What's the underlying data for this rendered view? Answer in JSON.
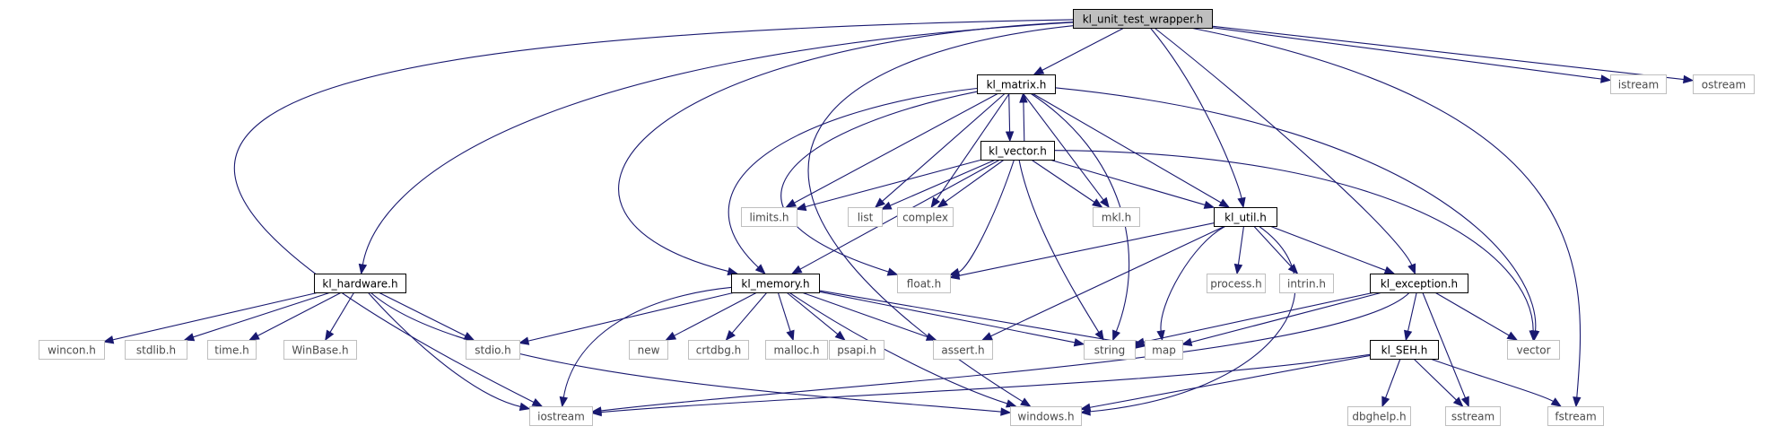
{
  "graph": {
    "root": "kl_unit_test_wrapper.h",
    "nodes": [
      {
        "id": "root",
        "label": "kl_unit_test_wrapper.h",
        "kind": "root"
      },
      {
        "id": "kl_matrix",
        "label": "kl_matrix.h",
        "kind": "documented"
      },
      {
        "id": "kl_vector",
        "label": "kl_vector.h",
        "kind": "documented"
      },
      {
        "id": "kl_util",
        "label": "kl_util.h",
        "kind": "documented"
      },
      {
        "id": "kl_hardware",
        "label": "kl_hardware.h",
        "kind": "documented"
      },
      {
        "id": "kl_memory",
        "label": "kl_memory.h",
        "kind": "documented"
      },
      {
        "id": "kl_exception",
        "label": "kl_exception.h",
        "kind": "documented"
      },
      {
        "id": "kl_seh",
        "label": "kl_SEH.h",
        "kind": "documented"
      },
      {
        "id": "istream",
        "label": "istream",
        "kind": "external"
      },
      {
        "id": "ostream",
        "label": "ostream",
        "kind": "external"
      },
      {
        "id": "limits",
        "label": "limits.h",
        "kind": "external"
      },
      {
        "id": "list",
        "label": "list",
        "kind": "external"
      },
      {
        "id": "complex",
        "label": "complex",
        "kind": "external"
      },
      {
        "id": "mkl",
        "label": "mkl.h",
        "kind": "external"
      },
      {
        "id": "float",
        "label": "float.h",
        "kind": "external"
      },
      {
        "id": "process",
        "label": "process.h",
        "kind": "external"
      },
      {
        "id": "intrin",
        "label": "intrin.h",
        "kind": "external"
      },
      {
        "id": "wincon",
        "label": "wincon.h",
        "kind": "external"
      },
      {
        "id": "stdlib",
        "label": "stdlib.h",
        "kind": "external"
      },
      {
        "id": "time",
        "label": "time.h",
        "kind": "external"
      },
      {
        "id": "winbase",
        "label": "WinBase.h",
        "kind": "external"
      },
      {
        "id": "stdio",
        "label": "stdio.h",
        "kind": "external"
      },
      {
        "id": "new",
        "label": "new",
        "kind": "external"
      },
      {
        "id": "crtdbg",
        "label": "crtdbg.h",
        "kind": "external"
      },
      {
        "id": "malloc",
        "label": "malloc.h",
        "kind": "external"
      },
      {
        "id": "psapi",
        "label": "psapi.h",
        "kind": "external"
      },
      {
        "id": "assert",
        "label": "assert.h",
        "kind": "external"
      },
      {
        "id": "string",
        "label": "string",
        "kind": "external"
      },
      {
        "id": "map",
        "label": "map",
        "kind": "external"
      },
      {
        "id": "vector",
        "label": "vector",
        "kind": "external"
      },
      {
        "id": "iostream",
        "label": "iostream",
        "kind": "external"
      },
      {
        "id": "windows",
        "label": "windows.h",
        "kind": "external"
      },
      {
        "id": "dbghelp",
        "label": "dbghelp.h",
        "kind": "external"
      },
      {
        "id": "sstream",
        "label": "sstream",
        "kind": "external"
      },
      {
        "id": "fstream",
        "label": "fstream",
        "kind": "external"
      }
    ],
    "edges": [
      [
        "root",
        "kl_matrix"
      ],
      [
        "root",
        "kl_util"
      ],
      [
        "root",
        "kl_hardware"
      ],
      [
        "root",
        "kl_memory"
      ],
      [
        "root",
        "kl_exception"
      ],
      [
        "root",
        "istream"
      ],
      [
        "root",
        "ostream"
      ],
      [
        "root",
        "iostream"
      ],
      [
        "root",
        "fstream"
      ],
      [
        "root",
        "windows"
      ],
      [
        "kl_matrix",
        "kl_vector"
      ],
      [
        "kl_matrix",
        "limits"
      ],
      [
        "kl_matrix",
        "list"
      ],
      [
        "kl_matrix",
        "complex"
      ],
      [
        "kl_matrix",
        "mkl"
      ],
      [
        "kl_matrix",
        "kl_util"
      ],
      [
        "kl_matrix",
        "kl_memory"
      ],
      [
        "kl_matrix",
        "float"
      ],
      [
        "kl_matrix",
        "string"
      ],
      [
        "kl_matrix",
        "vector"
      ],
      [
        "kl_vector",
        "kl_matrix"
      ],
      [
        "kl_vector",
        "limits"
      ],
      [
        "kl_vector",
        "list"
      ],
      [
        "kl_vector",
        "complex"
      ],
      [
        "kl_vector",
        "mkl"
      ],
      [
        "kl_vector",
        "kl_util"
      ],
      [
        "kl_vector",
        "kl_memory"
      ],
      [
        "kl_vector",
        "float"
      ],
      [
        "kl_vector",
        "string"
      ],
      [
        "kl_vector",
        "vector"
      ],
      [
        "kl_util",
        "float"
      ],
      [
        "kl_util",
        "process"
      ],
      [
        "kl_util",
        "intrin"
      ],
      [
        "kl_util",
        "kl_exception"
      ],
      [
        "kl_util",
        "assert"
      ],
      [
        "kl_util",
        "map"
      ],
      [
        "kl_util",
        "windows"
      ],
      [
        "kl_hardware",
        "wincon"
      ],
      [
        "kl_hardware",
        "stdlib"
      ],
      [
        "kl_hardware",
        "time"
      ],
      [
        "kl_hardware",
        "winbase"
      ],
      [
        "kl_hardware",
        "stdio"
      ],
      [
        "kl_hardware",
        "iostream"
      ],
      [
        "kl_hardware",
        "windows"
      ],
      [
        "kl_memory",
        "stdio"
      ],
      [
        "kl_memory",
        "new"
      ],
      [
        "kl_memory",
        "crtdbg"
      ],
      [
        "kl_memory",
        "malloc"
      ],
      [
        "kl_memory",
        "psapi"
      ],
      [
        "kl_memory",
        "assert"
      ],
      [
        "kl_memory",
        "string"
      ],
      [
        "kl_memory",
        "map"
      ],
      [
        "kl_memory",
        "iostream"
      ],
      [
        "kl_memory",
        "windows"
      ],
      [
        "kl_exception",
        "kl_seh"
      ],
      [
        "kl_exception",
        "string"
      ],
      [
        "kl_exception",
        "map"
      ],
      [
        "kl_exception",
        "vector"
      ],
      [
        "kl_exception",
        "sstream"
      ],
      [
        "kl_exception",
        "iostream"
      ],
      [
        "kl_seh",
        "dbghelp"
      ],
      [
        "kl_seh",
        "sstream"
      ],
      [
        "kl_seh",
        "fstream"
      ],
      [
        "kl_seh",
        "iostream"
      ],
      [
        "kl_seh",
        "windows"
      ]
    ]
  }
}
